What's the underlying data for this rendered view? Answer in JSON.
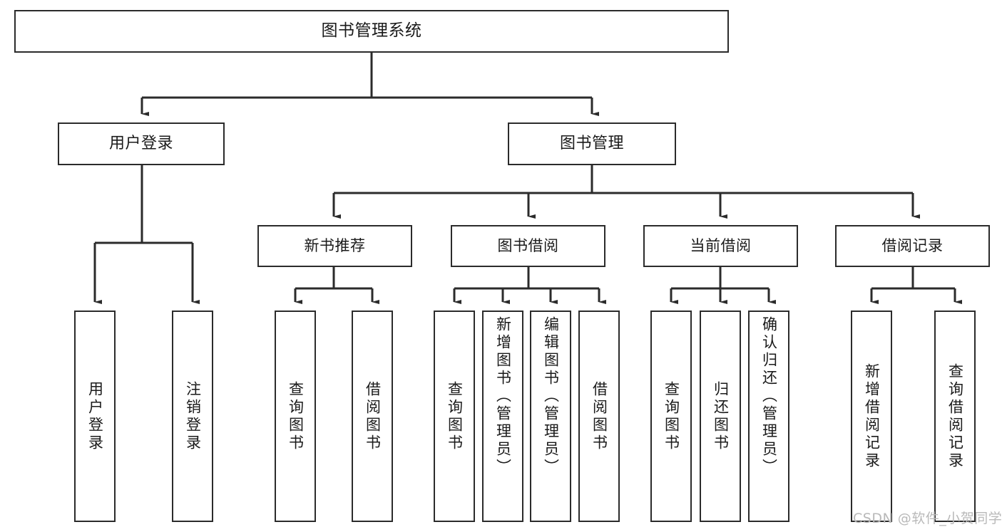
{
  "diagram": {
    "type": "tree-hierarchy",
    "title": "图书管理系统",
    "orientation": "top-down",
    "colors": {
      "box_border": "#2b2b2b",
      "box_fill": "#ffffff",
      "edge": "#2b2b2b",
      "text": "#1a1a1a",
      "watermark": "#b9b9b9",
      "background": "#ffffff"
    },
    "nodes": {
      "root": {
        "label": "图书管理系统"
      },
      "user_login": {
        "label": "用户登录"
      },
      "book_manage": {
        "label": "图书管理"
      },
      "new_book_rec": {
        "label": "新书推荐"
      },
      "book_borrow": {
        "label": "图书借阅"
      },
      "current_borrow": {
        "label": "当前借阅"
      },
      "borrow_record": {
        "label": "借阅记录"
      },
      "leaf_user_login": {
        "label": "用户登录"
      },
      "leaf_logout": {
        "label": "注销登录"
      },
      "leaf_query_book_a": {
        "label": "查询图书"
      },
      "leaf_borrow_book_a": {
        "label": "借阅图书"
      },
      "leaf_query_book_b": {
        "label": "查询图书"
      },
      "leaf_add_book": {
        "label": "新增图书（管理员）"
      },
      "leaf_edit_book": {
        "label": "编辑图书（管理员）"
      },
      "leaf_borrow_book_b": {
        "label": "借阅图书"
      },
      "leaf_query_book_c": {
        "label": "查询图书"
      },
      "leaf_return_book": {
        "label": "归还图书"
      },
      "leaf_confirm_return": {
        "label": "确认归还（管理员）"
      },
      "leaf_add_record": {
        "label": "新增借阅记录"
      },
      "leaf_query_record": {
        "label": "查询借阅记录"
      }
    },
    "watermark": {
      "text": "CSDN @软件_小贺同学"
    }
  }
}
